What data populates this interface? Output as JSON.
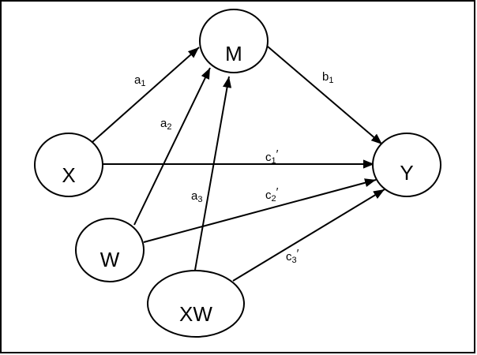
{
  "colors": {
    "stroke": "#000000",
    "background": "#ffffff"
  },
  "nodes": {
    "m": {
      "label": "M"
    },
    "x": {
      "label": "X"
    },
    "y": {
      "label": "Y"
    },
    "w": {
      "label": "W"
    },
    "xw": {
      "label": "XW"
    }
  },
  "edges": {
    "a1": {
      "letter": "a",
      "sub": "1",
      "prime": ""
    },
    "a2": {
      "letter": "a",
      "sub": "2",
      "prime": ""
    },
    "a3": {
      "letter": "a",
      "sub": "3",
      "prime": ""
    },
    "b1": {
      "letter": "b",
      "sub": "1",
      "prime": ""
    },
    "c1": {
      "letter": "c",
      "sub": "1",
      "prime": "′"
    },
    "c2": {
      "letter": "c",
      "sub": "2",
      "prime": "′"
    },
    "c3": {
      "letter": "c",
      "sub": "3",
      "prime": "′"
    }
  }
}
